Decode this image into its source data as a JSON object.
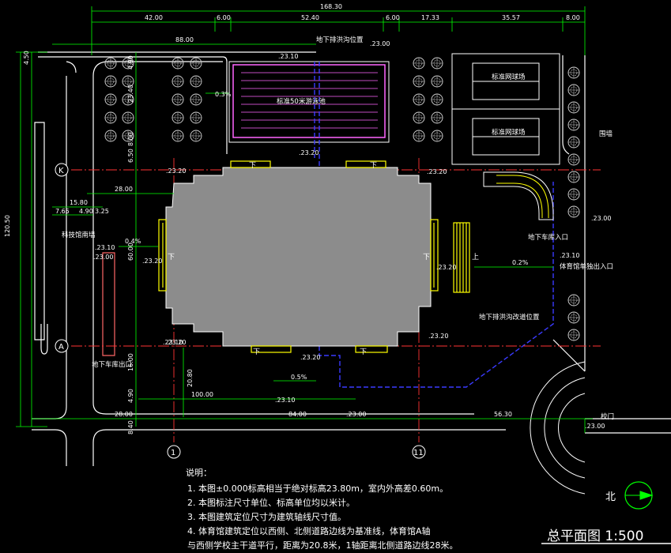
{
  "drawing": {
    "title": "总平面图 1:500",
    "north_label": "北"
  },
  "dimensions": {
    "top_total": "168.30",
    "top_segments": [
      "42.00",
      "6.00",
      "52.40",
      "6.00",
      "17.33",
      "35.57",
      "8.00"
    ],
    "top_second": "88.00",
    "left_total": "120.50",
    "left_segments": [
      "4.50",
      "4.90",
      "23.40",
      "8.00",
      "6.50",
      "60.00",
      "16.00",
      "4.90",
      "8.40"
    ],
    "left_mid": [
      "15.80",
      "7.65",
      "4.90",
      "3.25"
    ],
    "bottom": [
      "28.00",
      "84.00",
      "56.30"
    ],
    "misc": [
      "28.00",
      "100.00",
      "20.80",
      "0.4%",
      "0.3%",
      "0.2%",
      "0.5%"
    ]
  },
  "elevations": [
    ".23.00",
    ".23.10",
    ".23.10",
    ".23.20",
    ".23.20",
    ".23.20",
    ".23.20",
    ".23.20",
    ".23.20",
    ".23.10",
    ".23.00",
    ".23.00",
    ".23.10",
    ".23.20",
    ".23.20",
    ".23.00",
    ".23.10",
    ".23.00"
  ],
  "labels": {
    "pool": "标准50米游泳池",
    "tennis1": "标准网球场",
    "tennis2": "标准网球场",
    "fence": "围墙",
    "drain_top": "地下排洪沟位置",
    "drain_right": "地下排洪沟改道位置",
    "garage_in": "地下车库入口",
    "garage_out": "地下车库出口",
    "gym_exit": "体育馆单独出入口",
    "tech_wall": "科技馆南墙",
    "gate": "校门",
    "axis_K": "K",
    "axis_A": "A",
    "axis_1": "1",
    "axis_11": "11",
    "down": "下",
    "up": "上"
  },
  "notes": {
    "heading": "说明：",
    "items": [
      "1. 本图±0.000标高相当于绝对标高23.80m，室内外高差0.60m。",
      "2. 本图标注尺寸单位、标高单位均以米计。",
      "3. 本图建筑定位尺寸为建筑轴线尺寸值。",
      "4. 体育馆建筑定位以西侧、北侧道路边线为基准线，体育馆A轴",
      "   与西侧学校主干道平行，距离为20.8米，1轴距离北侧道路边线28米。"
    ]
  },
  "colors": {
    "background": "#000000",
    "building": "#8c8c8c",
    "dimension": "#00ff00",
    "axis": "#ff0000",
    "road": "#ffffff",
    "tree": "#c8c8c8",
    "drain": "#3a3aff",
    "pool": "#ff66ff",
    "yellow": "#ffff00",
    "text": "#ffffff"
  }
}
